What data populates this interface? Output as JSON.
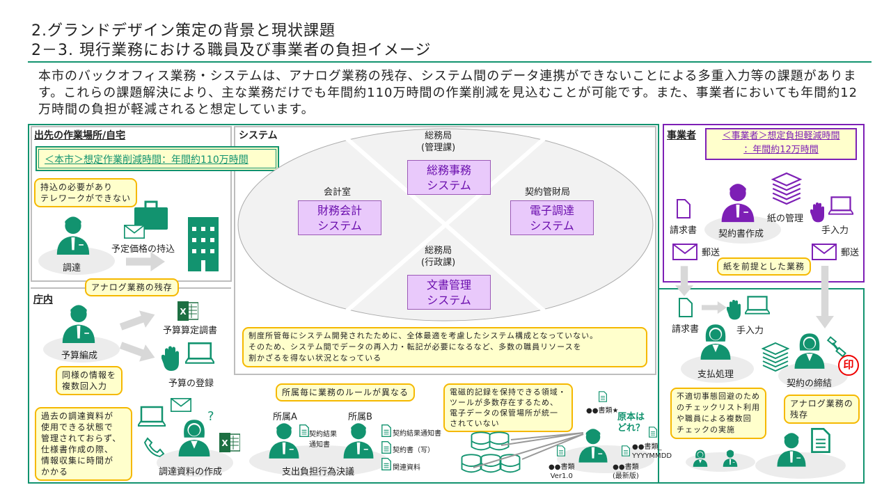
{
  "title": {
    "line1": "2.グランドデザイン策定の背景と現状課題",
    "line2": "2－3. 現行業務における職員及び事業者の負担イメージ"
  },
  "intro": "本市のバックオフィス業務・システムは、アナログ業務の残存、システム間のデータ連携ができないことによる多重入力等の課題があります。これらの課題解決により、主な業務だけでも年間約110万時間の作業削減を見込むことが可能です。また、事業者においても年間約12万時間の負担が軽減されると想定しています。",
  "colors": {
    "green": "#12936f",
    "purple": "#7d1fb5",
    "callout_fill": "#ffffcc",
    "callout_border": "#f5b800",
    "system_fill": "#e9c9fb"
  },
  "outside": {
    "heading": "出先の作業場所/自宅",
    "savings": "＜本市＞想定作業削減時間：年間約110万時間",
    "callout": "持込の必要があり\nテレワークができない",
    "person": "調達",
    "action": "予定価格の持込"
  },
  "office": {
    "heading": "庁内",
    "callout_analog": "アナログ業務の残存",
    "person_budget": "予算編成",
    "doc_calc": "予算算定調書",
    "doc_register": "予算の登録",
    "callout_multi": "同様の情報を\n複数回入力",
    "callout_past": "過去の調達資料が\n使用できる状態で\n管理されておらず、\n仕様書作成の際、\n情報収集に時間が\nかかる",
    "person_proc": "調達資料の作成",
    "callout_rules": "所属毎に業務のルールが異なる",
    "dept_a": "所属A",
    "dept_b": "所属B",
    "doc_a": "契約結果\n通知書",
    "docs_b": [
      "契約結果通知書",
      "契約書（写）",
      "関連資料"
    ],
    "decision": "支出負担行為決議",
    "callout_storage": "電磁的記録を保持できる領域・\nツールが多数存在するため、\n電子データの保管場所が統一\nされていない",
    "file_star": "●●書類★",
    "question": "原本は\nどれ？",
    "file_date": "●●書類_\nYYYYMMDD",
    "file_v1": "●●書類\nVer1.0",
    "file_latest": "●●書類\n(最新版)"
  },
  "system": {
    "heading": "システム",
    "items": [
      {
        "dept": "総務局\n(管理課)",
        "name": "総務事務\nシステム"
      },
      {
        "dept": "会計室",
        "name": "財務会計\nシステム"
      },
      {
        "dept": "契約管財局",
        "name": "電子調達\nシステム"
      },
      {
        "dept": "総務局\n(行政課)",
        "name": "文書管理\nシステム"
      }
    ],
    "note": "制度所管毎にシステム開発されたために、全体最適を考慮したシステム構成となっていない。\nそのため、システム間でデータの再入力・転記が必要になるなど、多数の職員リソースを\n割かざるを得ない状況となっている"
  },
  "vendor": {
    "heading": "事業者",
    "savings": "＜事業者＞想定負担軽減時間\n：年間約12万時間",
    "invoice": "請求書",
    "contract": "契約書作成",
    "paper": "紙の管理",
    "manual": "手入力",
    "mail1": "郵送",
    "mail2": "郵送",
    "callout_paper": "紙を前提とした業務"
  },
  "city": {
    "invoice": "請求書",
    "manual": "手入力",
    "payment": "支払処理",
    "signing": "契約の締結",
    "seal": "印",
    "callout_analog": "アナログ業務の\n残存",
    "callout_check": "不適切事態回避のため\nのチェックリスト利用\nや職員による複数回\nチェックの実施"
  }
}
